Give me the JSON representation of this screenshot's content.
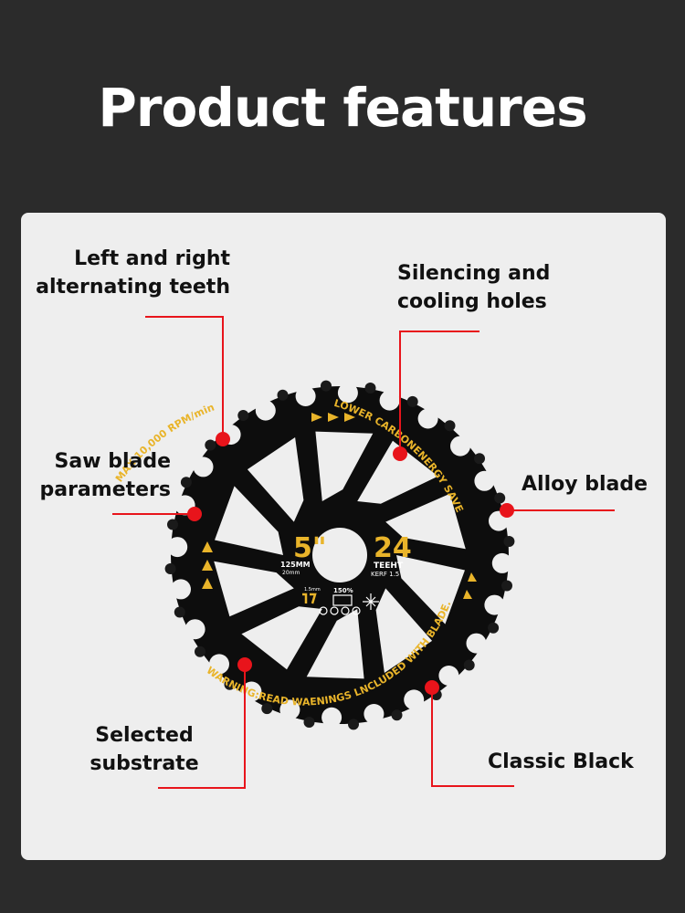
{
  "page": {
    "title": "Product features",
    "background_color": "#2b2b2b",
    "panel_color": "#eeeeee",
    "accent_color": "#e8141b"
  },
  "callouts": {
    "alternating_teeth": [
      "Left and right",
      "alternating teeth"
    ],
    "silencing_holes": [
      "Silencing and",
      "cooling holes"
    ],
    "parameters": [
      "Saw blade",
      "parameters"
    ],
    "alloy_blade": [
      "Alloy blade"
    ],
    "substrate": [
      "Selected",
      "substrate"
    ],
    "classic_black": [
      "Classic Black"
    ]
  },
  "blade": {
    "diameter": "5\"",
    "teeth_count": "24",
    "metric_size": "125MM",
    "bore": "20mm",
    "teeth_label": "TEEHT",
    "kerf": "KERF 1.5",
    "thickness": "1.5mm",
    "overload": "150%",
    "text_top_left": "MAX 10,000 RPM/min",
    "text_top_right": "LOWER CARBONENERGY SAVER",
    "text_bottom": "WARNING:READ WAENINGS LNCLUDED WITH BLADE.",
    "body_color": "#0d0d0d",
    "print_color": "#e9b42a"
  }
}
